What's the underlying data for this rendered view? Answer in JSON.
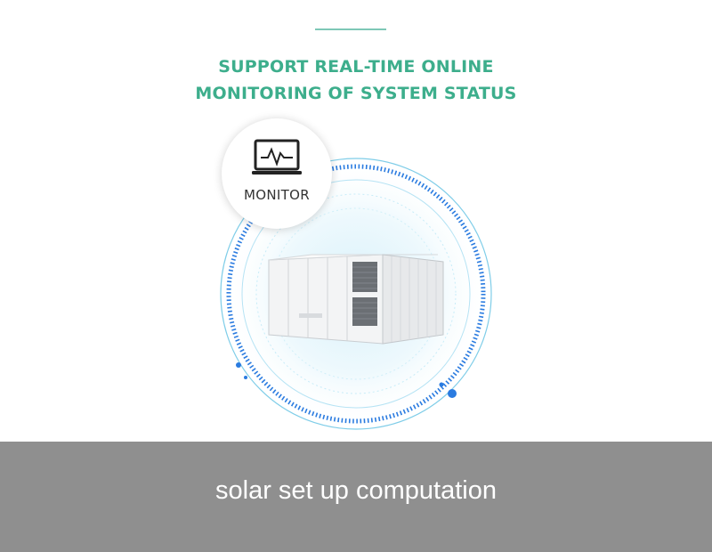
{
  "headline": {
    "line1": "SUPPORT REAL-TIME ONLINE",
    "line2": "MONITORING OF SYSTEM STATUS"
  },
  "badge": {
    "label": "MONITOR",
    "icon": "monitor-pulse-icon"
  },
  "caption": {
    "text": "solar set up computation"
  },
  "colors": {
    "accent_green": "#3dae8c",
    "ring_blue": "#2a7be0",
    "ring_cyan": "#8fd3f0",
    "caption_bg": "#8f8f8f"
  }
}
